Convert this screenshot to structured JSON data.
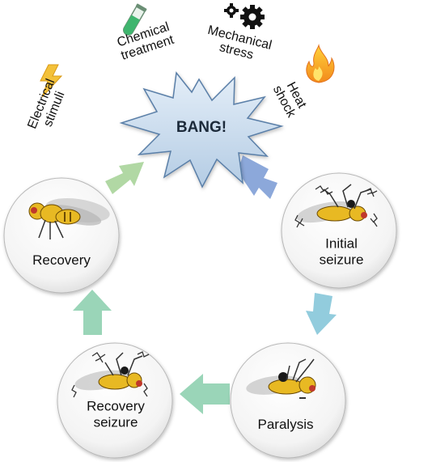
{
  "center": {
    "label": "BANG!"
  },
  "stimuli": {
    "electrical": {
      "line1": "Electrical",
      "line2": "stimuli",
      "icon": "lightning-icon"
    },
    "chemical": {
      "line1": "Chemical",
      "line2": "treatment",
      "icon": "test-tube-icon"
    },
    "mechanical": {
      "line1": "Mechanical",
      "line2": "stress",
      "icon": "gears-icon"
    },
    "heat": {
      "line1": "Heat",
      "line2": "shock",
      "icon": "fire-icon"
    }
  },
  "stages": {
    "recovery": {
      "label": "Recovery"
    },
    "initial_seizure": {
      "line1": "Initial",
      "line2": "seizure"
    },
    "paralysis": {
      "label": "Paralysis"
    },
    "recovery_seizure": {
      "line1": "Recovery",
      "line2": "seizure"
    }
  },
  "colors": {
    "starburst": "#c9dcef",
    "arrow_blue": "#7f9fd6",
    "arrow_cyan": "#86c6d9",
    "arrow_green": "#8fd0b0",
    "arrow_lightgreen": "#a8d49a",
    "fly_body": "#e8b923"
  }
}
